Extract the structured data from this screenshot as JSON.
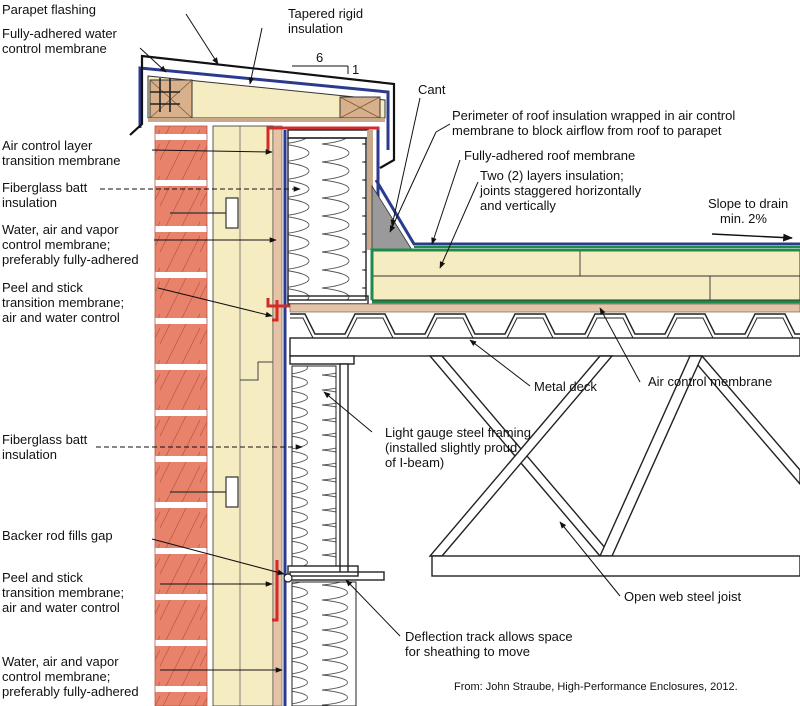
{
  "labels": {
    "parapet_flashing": [
      "Parapet flashing"
    ],
    "fully_adhered_water": [
      "Fully-adhered water",
      "control membrane"
    ],
    "tapered_rigid": [
      "Tapered rigid",
      "insulation"
    ],
    "slope_ratio": {
      "rise": "6",
      "run": "1"
    },
    "cant": [
      "Cant"
    ],
    "perimeter_roof_insulation": [
      "Perimeter of roof insulation wrapped in air control",
      "membrane to block airflow from roof to parapet"
    ],
    "fully_adhered_roof": [
      "Fully-adhered roof membrane"
    ],
    "two_layers": [
      "Two (2) layers insulation;",
      "joints staggered horizontally",
      "and vertically"
    ],
    "slope_to_drain": [
      "Slope to drain",
      "min. 2%"
    ],
    "air_control_transition": [
      "Air control layer",
      "transition membrane"
    ],
    "fiberglass_batt_upper": [
      "Fiberglass batt",
      "insulation"
    ],
    "wav_upper": [
      "Water, air and vapor",
      "control membrane;",
      "preferably fully-adhered"
    ],
    "peel_stick_upper": [
      "Peel and stick",
      "transition membrane;",
      "air and water control"
    ],
    "metal_deck": [
      "Metal deck"
    ],
    "air_control_membrane": [
      "Air control membrane"
    ],
    "light_gauge": [
      "Light gauge steel framing",
      "(installed slightly proud",
      "of I-beam)"
    ],
    "fiberglass_batt_lower": [
      "Fiberglass batt",
      "insulation"
    ],
    "backer_rod": [
      "Backer rod fills gap"
    ],
    "peel_stick_lower": [
      "Peel and stick",
      "transition membrane;",
      "air and water control"
    ],
    "open_web": [
      "Open web steel joist"
    ],
    "deflection_track": [
      "Deflection track allows space",
      "for sheathing to move"
    ],
    "wav_lower": [
      "Water, air and vapor",
      "control membrane;",
      "preferably fully-adhered"
    ],
    "source": [
      "From: John Straube, High-Performance Enclosures, 2012."
    ]
  },
  "colors": {
    "brick": "#e9826a",
    "mortar": "#ffffff",
    "insulation": "#f6ecc2",
    "sheathing": "#e7c3a6",
    "wood": "#d8b08c",
    "air_membrane": "#2a3a8c",
    "red_membrane": "#d42a2a",
    "green_membrane": "#1e8a4a",
    "steel": "#222222",
    "cant": "#9a9a9a"
  }
}
